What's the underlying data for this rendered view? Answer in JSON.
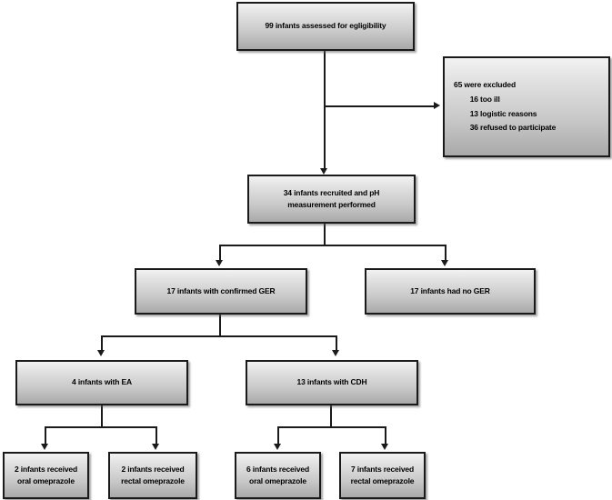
{
  "diagram": {
    "type": "flowchart",
    "title": "CONSORT-style participant flow diagram",
    "colors": {
      "box_border": "#1a1a1a",
      "box_fill_top": "#f2f2f2",
      "box_fill_bottom": "#a9a9a9",
      "connector": "#1a1a1a",
      "background": "#ffffff",
      "text": "#000000"
    },
    "nodes": {
      "assessed": "99 infants assessed for egligibility",
      "excluded": "65 were excluded\n        16 too ill\n        13 logistic reasons\n        36 refused to participate",
      "recruited": "34 infants recruited and pH\nmeasurement performed",
      "ger_yes": "17 infants with confirmed GER",
      "ger_no": "17 infants had no GER",
      "ea": "4 infants with EA",
      "cdh": "13 infants with CDH",
      "ea_oral": "2 infants received\noral omeprazole",
      "ea_rectal": "2 infants received\nrectal omeprazole",
      "cdh_oral": "6 infants received\noral omeprazole",
      "cdh_rectal": "7 infants received\nrectal omeprazole"
    }
  }
}
